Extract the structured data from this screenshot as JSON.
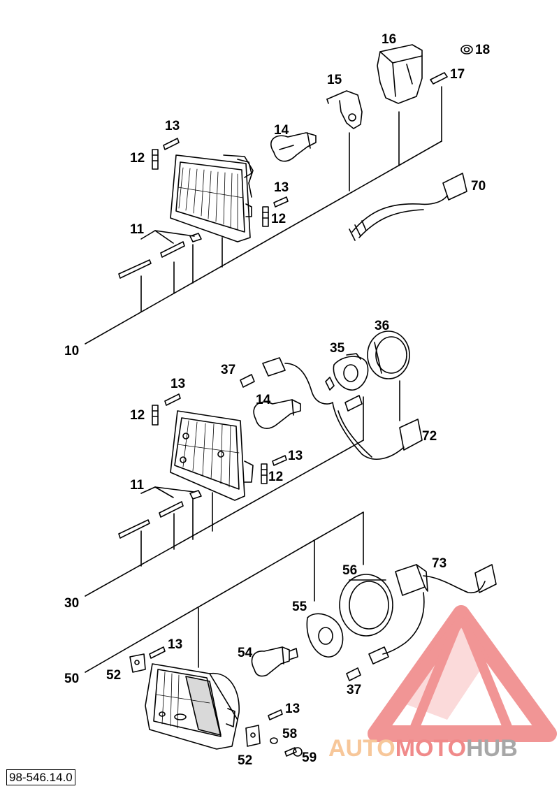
{
  "figure": {
    "reference_code": "98-546.14.0"
  },
  "assemblies": [
    {
      "id": "10",
      "label": "10"
    },
    {
      "id": "30",
      "label": "30"
    },
    {
      "id": "50",
      "label": "50"
    }
  ],
  "callouts": {
    "c70": "70",
    "c72": "72",
    "c73": "73",
    "c18": "18",
    "c17": "17",
    "c16": "16",
    "c15": "15",
    "c14a": "14",
    "c14b": "14",
    "c13a": "13",
    "c13b": "13",
    "c13c": "13",
    "c13d": "13",
    "c13e": "13",
    "c13f": "13",
    "c12a": "12",
    "c12b": "12",
    "c12c": "12",
    "c12d": "12",
    "c11a": "11",
    "c11b": "11",
    "c37a": "37",
    "c37b": "37",
    "c35": "35",
    "c36": "36",
    "c56": "56",
    "c55": "55",
    "c54": "54",
    "c52a": "52",
    "c52b": "52",
    "c58": "58",
    "c59": "59"
  },
  "watermark": {
    "part1": "AUTO",
    "part2": "MOTO",
    "part3": "HUB",
    "color_light": "#f7c79a",
    "color_red": "#f08a8a",
    "color_grey": "#a7a7a7"
  }
}
